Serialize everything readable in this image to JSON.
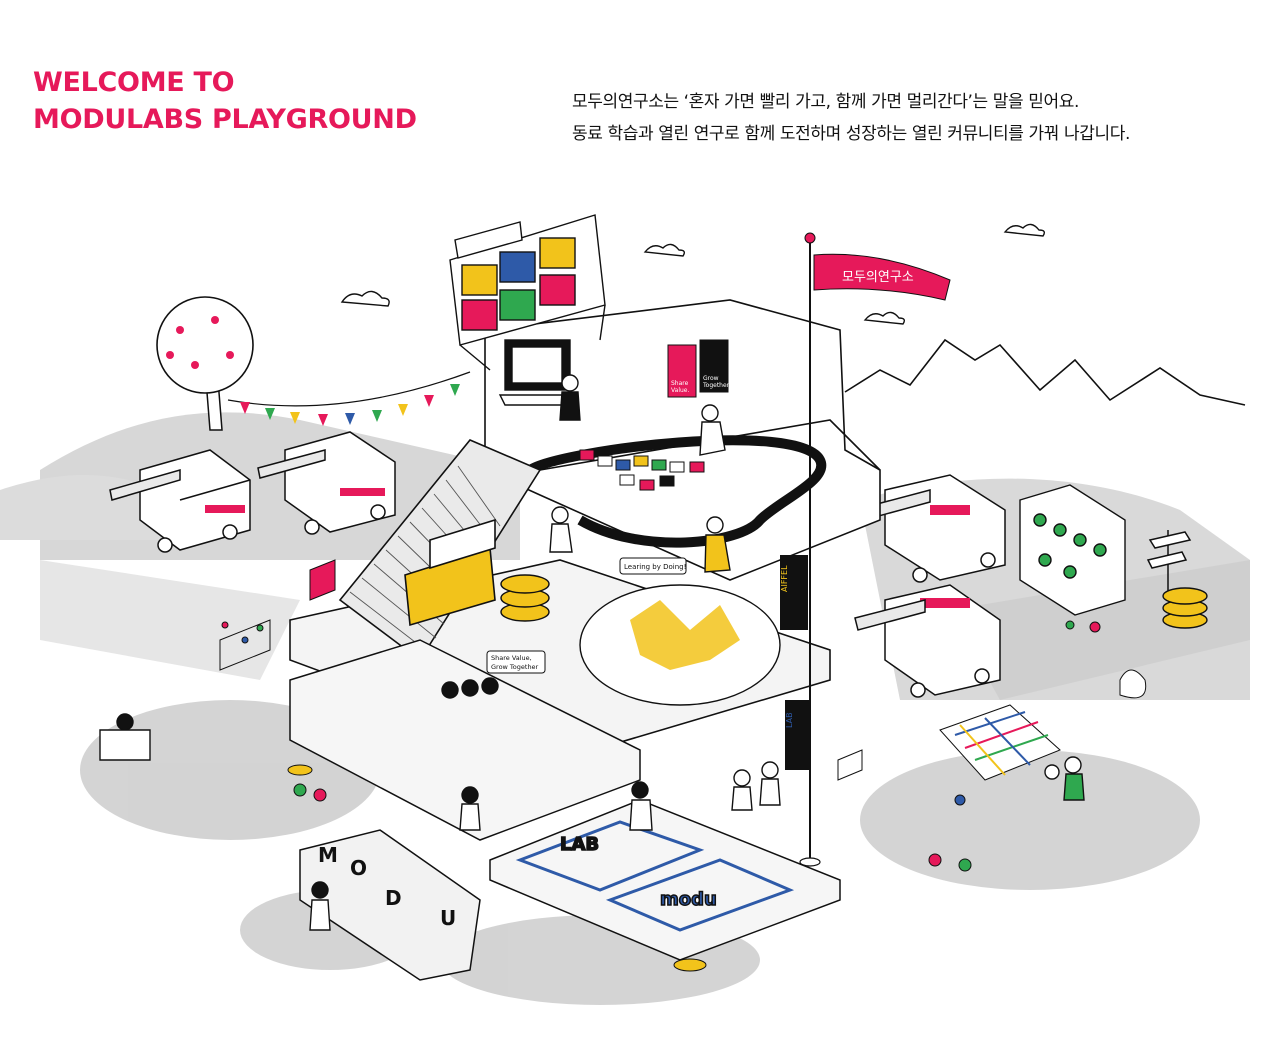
{
  "header": {
    "title_line1": "WELCOME TO",
    "title_line2": "MODULABS PLAYGROUND",
    "intro_line1": "모두의연구소는 ‘혼자 가면 빨리 가고, 함께 가면 멀리간다’는 말을 믿어요.",
    "intro_line2": "동료 학습과 열린 연구로 함께 도전하며 성장하는 열린 커뮤니티를 가꿔 나갑니다."
  },
  "illustration": {
    "flag_label": "모두의연구소",
    "speech_bubble_1": "Learing by Doing!",
    "speech_bubble_2a": "Share Value,",
    "speech_bubble_2b": "Grow Together",
    "poster_1a": "Share",
    "poster_1b": "Value.",
    "poster_2a": "Grow",
    "poster_2b": "Together",
    "sign_aiffel": "AIFFEL",
    "sign_lab": "LAB",
    "letters_modu": [
      "M",
      "O",
      "D",
      "U"
    ],
    "track_lab": "LAB",
    "track_modu": "modu",
    "colors": {
      "accent_pink": "#e6195a",
      "yellow": "#f2c31b",
      "green": "#2fa84f",
      "blue": "#2e5aa8",
      "gray_hill": "#d4d4d4"
    }
  }
}
